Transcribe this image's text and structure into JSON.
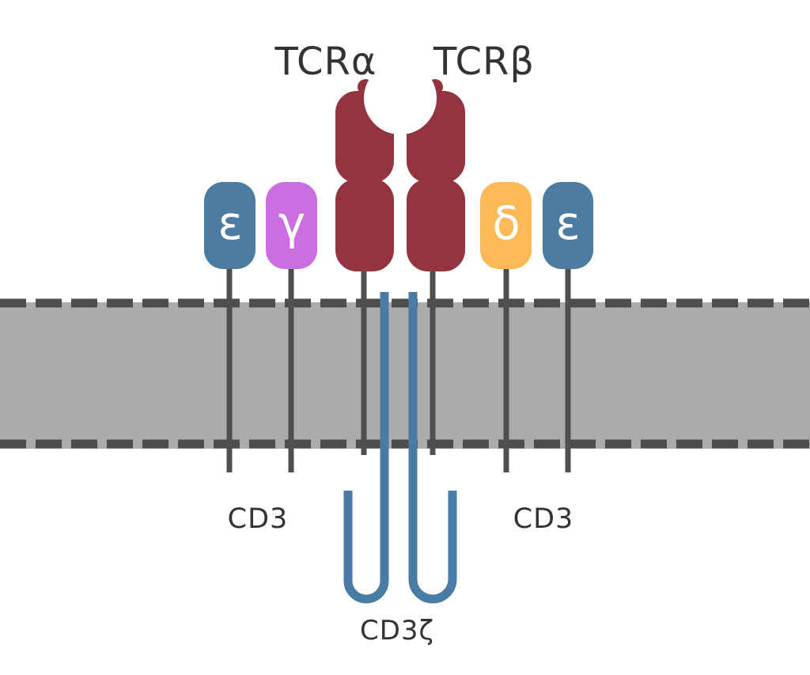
{
  "diagram": {
    "labels": {
      "tcr_alpha": "TCRα",
      "tcr_beta": "TCRβ",
      "cd3_left": "CD3",
      "cd3_right": "CD3",
      "cd3_zeta": "CD3ζ"
    },
    "subunits": [
      {
        "letter": "ε",
        "color": "#4D7CA2"
      },
      {
        "letter": "γ",
        "color": "#CB6EE2"
      },
      {
        "letter": "δ",
        "color": "#FCB955"
      },
      {
        "letter": "ε",
        "color": "#4D7CA2"
      }
    ],
    "colors": {
      "background": "#FFFFFF",
      "tcr_chain": "#93343F",
      "membrane_fill": "#ABABAB",
      "membrane_dash": "#4D4D4D",
      "stalk": "#4F4F4F",
      "zeta_chain": "#4A7BA4",
      "label_text": "#333333",
      "subunit_letter": "#FFFFFF"
    }
  }
}
